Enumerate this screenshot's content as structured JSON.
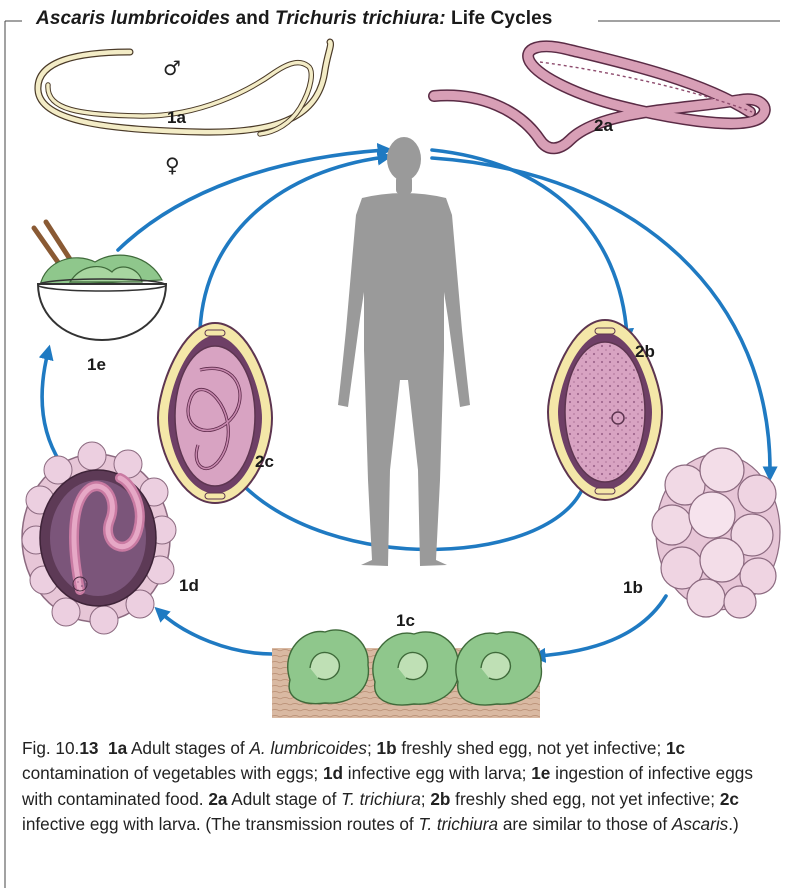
{
  "title": {
    "italic_1": "Ascaris lumbricoides",
    "plain_1": " and ",
    "italic_2": "Trichuris trichiura:",
    "plain_2": " Life Cycles"
  },
  "labels": {
    "l1a": "1a",
    "l2a": "2a",
    "l2b": "2b",
    "l2c": "2c",
    "l1b": "1b",
    "l1c": "1c",
    "l1d": "1d",
    "l1e": "1e",
    "male_symbol": "♂",
    "female_symbol": "♀"
  },
  "colors": {
    "arrow": "#1f7ac2",
    "human": "#9a9a9a",
    "ascaris_worm": "#f3ecc6",
    "trichuris_worm": "#d89fb6",
    "egg_purple": "#6e3f66",
    "egg_pink": "#d8a3c2",
    "lettuce": "#8fc78c",
    "soil": "#caa48a"
  },
  "caption": {
    "fig_prefix": "Fig. 10.",
    "fig_num": "13",
    "s1a": "1a",
    "t1a_pre": " Adult stages of ",
    "t1a_it": "A. lumbricoides",
    "t1a_post": "; ",
    "s1b": "1b",
    "t1b": " freshly shed egg, not yet infective; ",
    "s1c": "1c",
    "t1c": " contamination of vegetables with eggs; ",
    "s1d": "1d",
    "t1d": " infective egg with larva; ",
    "s1e": "1e",
    "t1e": " ingestion of infective eggs with contaminated food. ",
    "s2a": "2a",
    "t2a_pre": " Adult stage of ",
    "t2a_it": "T. trichiura",
    "t2a_post": "; ",
    "s2b": "2b",
    "t2b": " freshly shed egg, not yet infective; ",
    "s2c": "2c",
    "t2c_pre": " infective egg with larva. (The transmission routes of ",
    "t2c_it": "T. trichiura",
    "t2c_mid": " are similar to those of ",
    "t2c_it2": "Ascaris",
    "t2c_post": ".)"
  }
}
